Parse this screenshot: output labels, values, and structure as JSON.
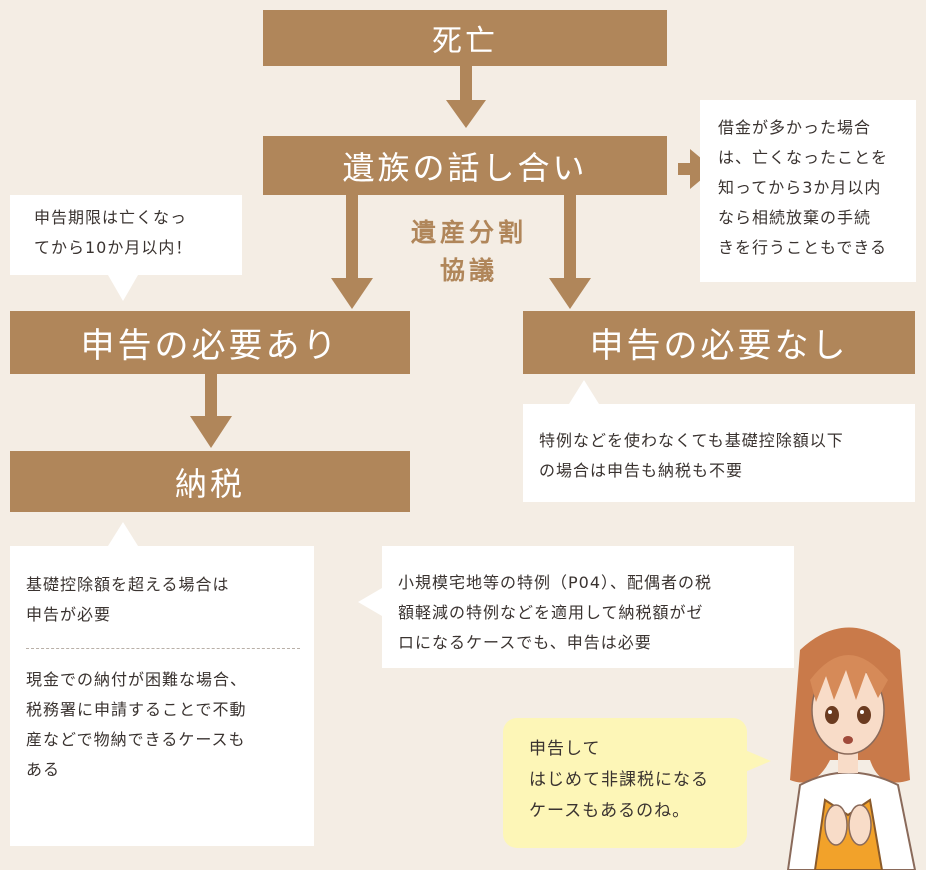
{
  "nodes": {
    "death": "死亡",
    "family_talk": "遺族の話し合い",
    "filing_required": "申告の必要あり",
    "filing_not_required": "申告の必要なし",
    "tax_payment": "納税"
  },
  "emphasis": {
    "line1": "遺産分割",
    "line2": "協議"
  },
  "notes": {
    "deadline": [
      "申告期限は亡くなっ",
      "てから10か月以内！"
    ],
    "debt": [
      "借金が多かった場合",
      "は、亡くなったことを",
      "知ってから3か月以内",
      "なら相続放棄の手続",
      "きを行うこともできる"
    ],
    "no_filing": [
      "特例などを使わなくても基礎控除額以下",
      "の場合は申告も納税も不要"
    ],
    "exceed": [
      "基礎控除額を超える場合は",
      "申告が必要"
    ],
    "in_kind": [
      "現金での納付が困難な場合、",
      "税務署に申請することで不動",
      "産などで物納できるケースも",
      "ある"
    ],
    "special": [
      "小規模宅地等の特例（P04）、配偶者の税",
      "額軽減の特例などを適用して納税額がゼ",
      "ロになるケースでも、申告は必要"
    ]
  },
  "speech_bubble": [
    "申告して",
    "はじめて非課税になる",
    "ケースもあるのね。"
  ],
  "colors": {
    "background": "#f4ede4",
    "box": "#b0865a",
    "arrow": "#b0865a",
    "note": "#ffffff",
    "speech": "#fdf6b7"
  }
}
